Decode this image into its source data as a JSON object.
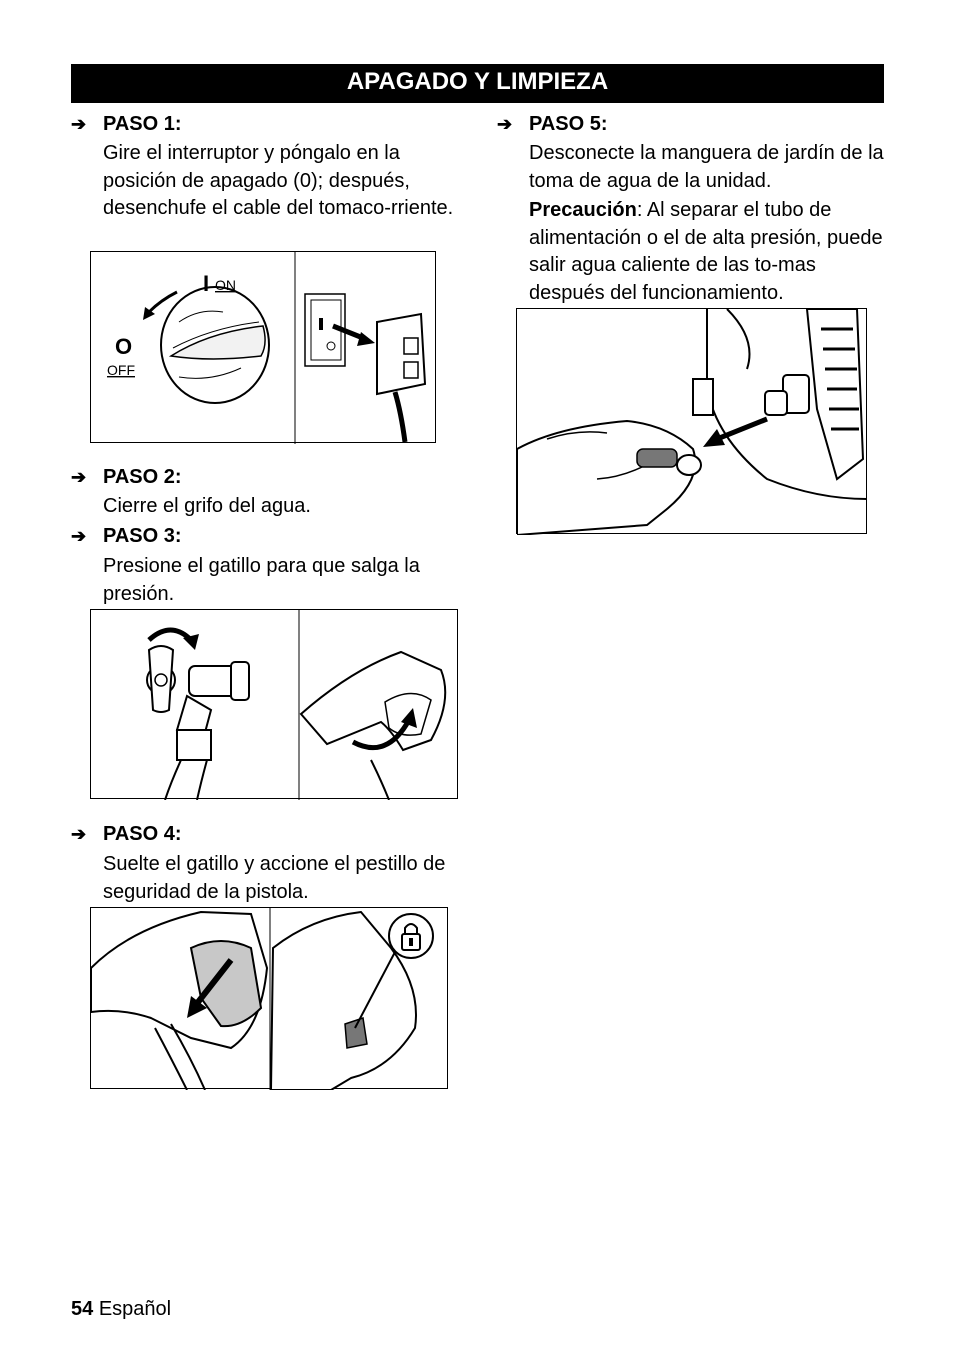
{
  "header": {
    "title": "APAGADO Y LIMPIEZA"
  },
  "steps": [
    {
      "label": "PASO 1:",
      "text": "Gire el interruptor y póngalo en la posición de apagado (0); después, desenchufe el cable del tomaco-rriente."
    },
    {
      "label": "PASO 2:",
      "text": "Cierre el grifo del agua."
    },
    {
      "label": "PASO 3:",
      "text": "Presione el gatillo para que salga la presión."
    },
    {
      "label": "PASO 4:",
      "text": "Suelte el gatillo y accione el pestillo de seguridad de la pistola."
    },
    {
      "label": "PASO 5:",
      "text": "Desconecte la manguera de jardín de la toma de agua de la unidad.",
      "caution_label": "Precaución",
      "caution_text": ": Al separar el tubo de alimentación o el de alta presión, puede salir agua caliente de las to-mas después del funcionamiento."
    }
  ],
  "figure1": {
    "on_symbol": "I",
    "on_label": "ON",
    "off_symbol": "O",
    "off_label": "OFF"
  },
  "footer": {
    "page_number": "54",
    "language": "Español"
  }
}
